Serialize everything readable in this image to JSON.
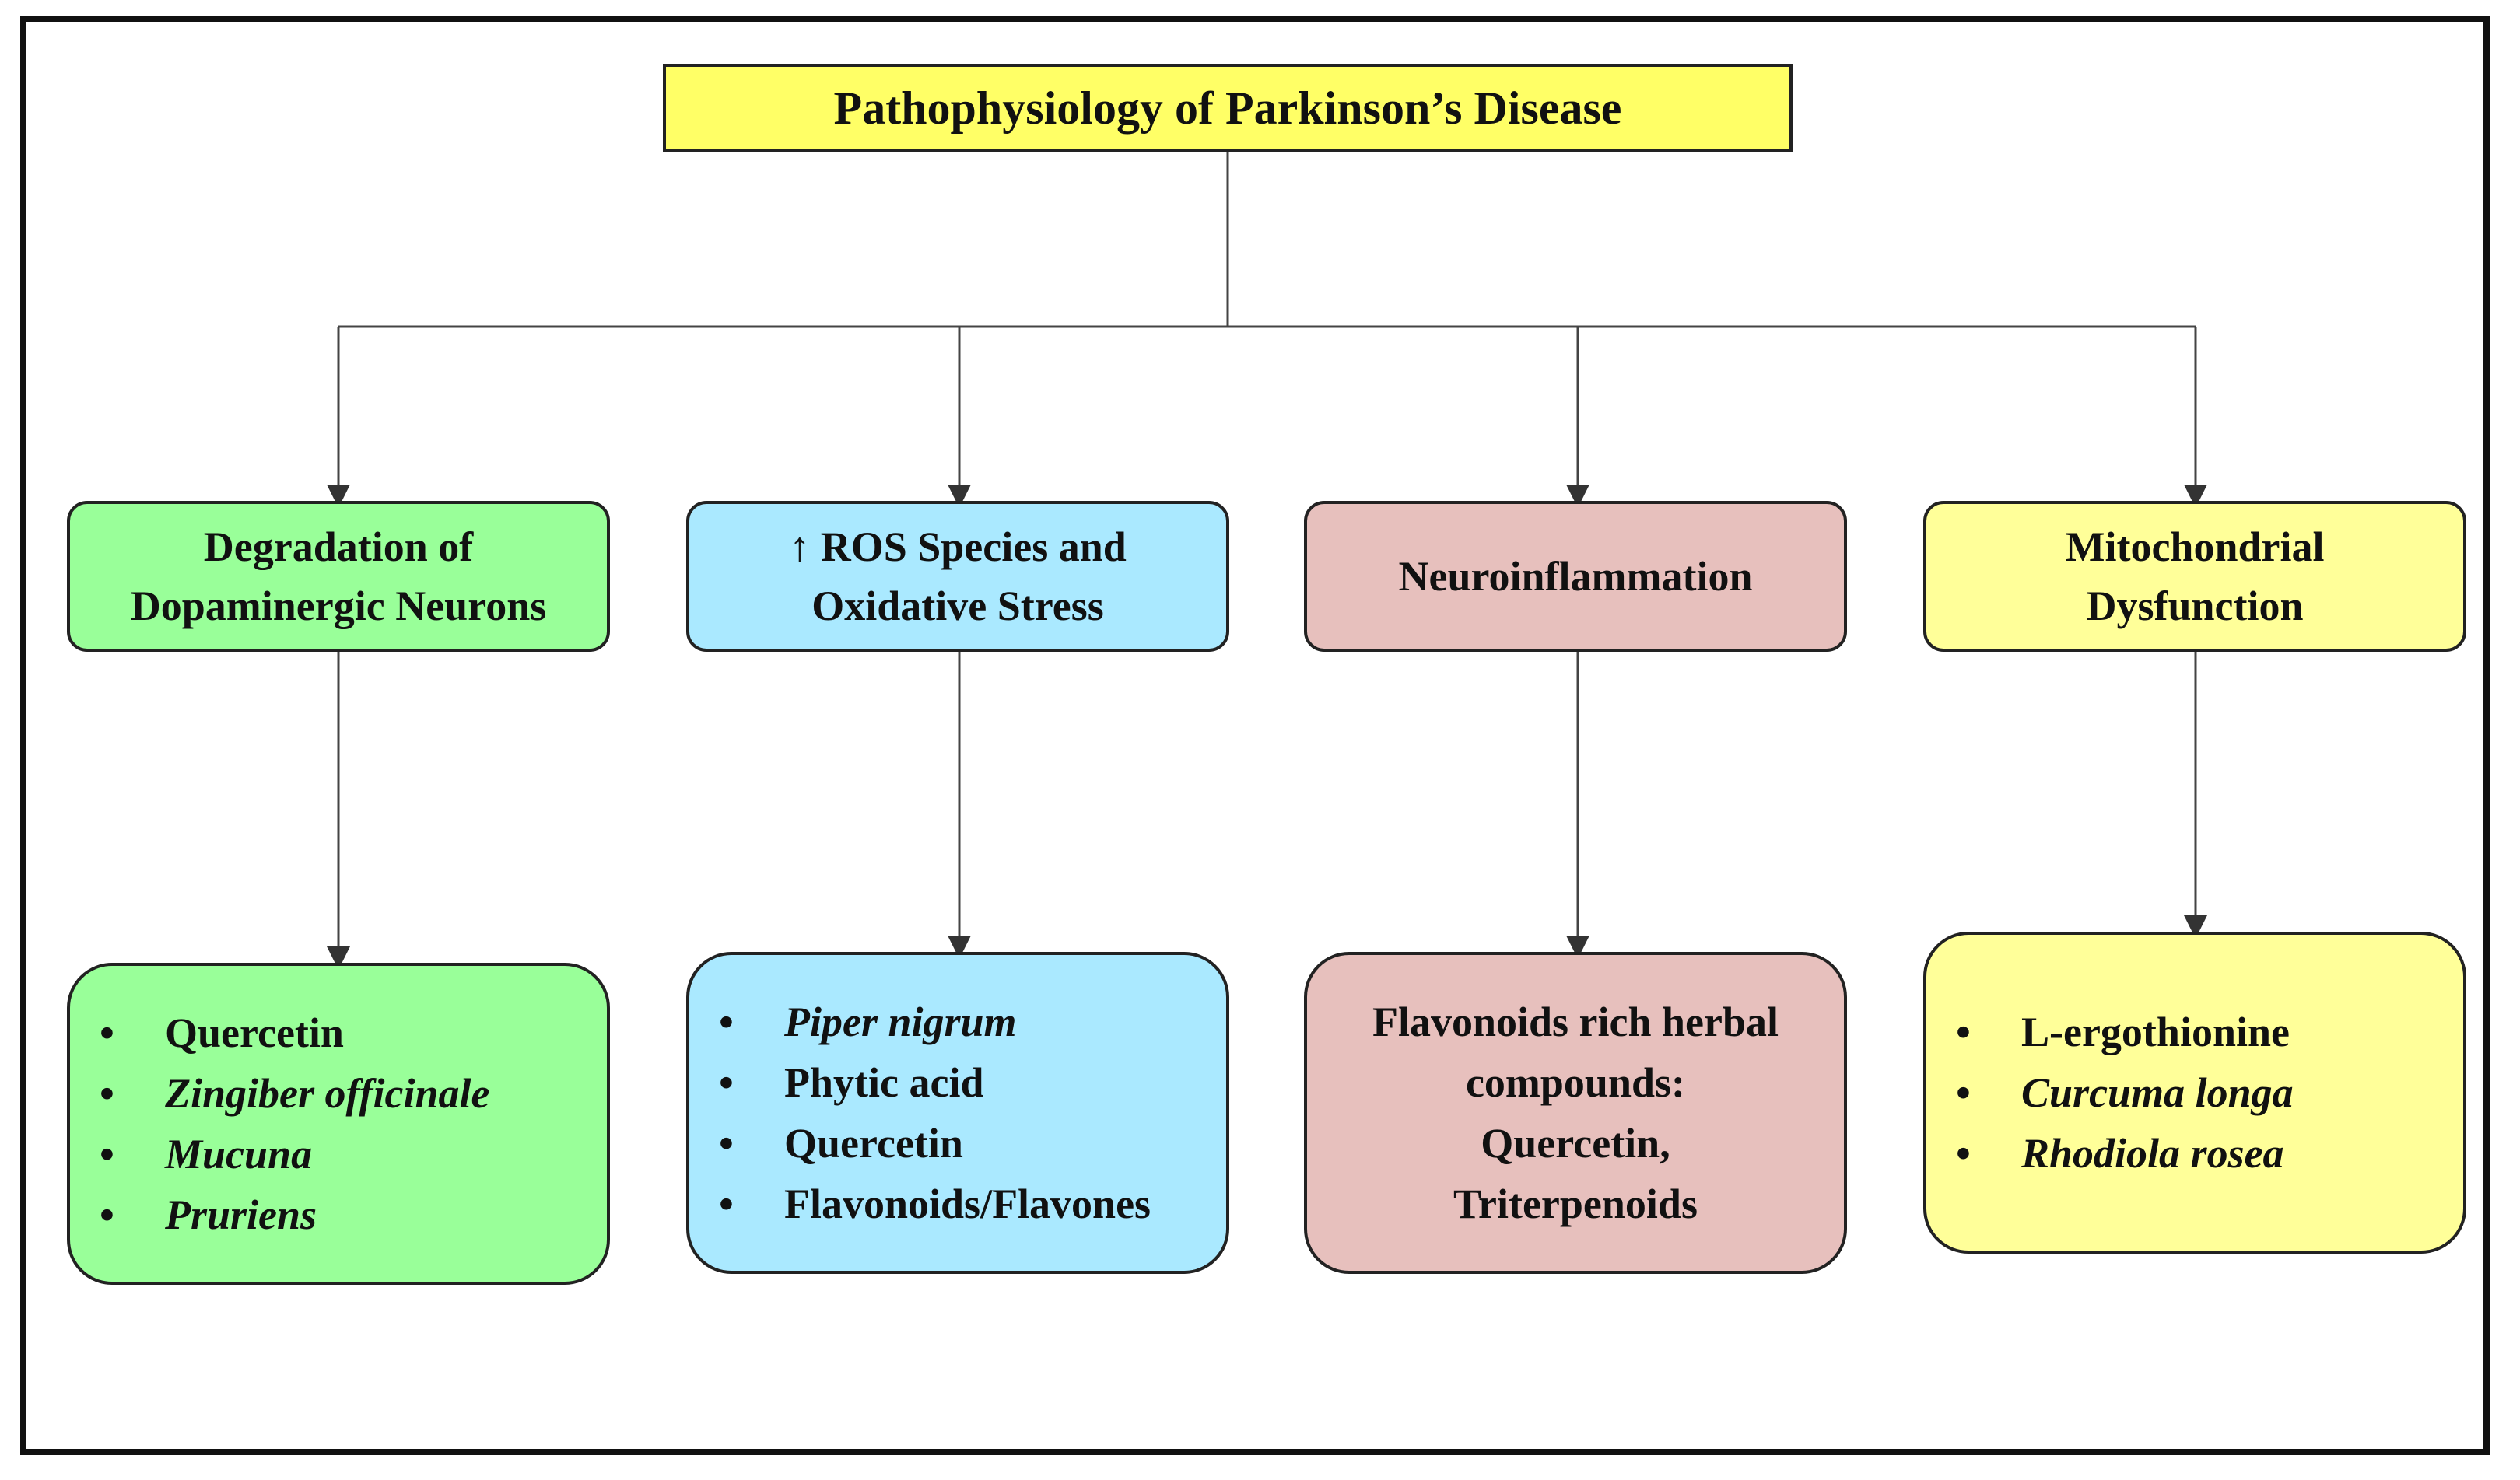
{
  "title": "Pathophysiology of Parkinson’s Disease",
  "categories": [
    {
      "heading_line1": "Degradation of",
      "heading_line2": "Dopaminergic Neurons",
      "color": "#99ff99",
      "items": [
        {
          "text": "Quercetin",
          "italic": false
        },
        {
          "text": "Zingiber officinale",
          "italic": true
        },
        {
          "text": "Mucuna",
          "italic": true
        },
        {
          "text": "Pruriens",
          "italic": true
        }
      ]
    },
    {
      "heading_line1": "↑ ROS Species and",
      "heading_line2": "Oxidative Stress",
      "color": "#aae9ff",
      "items": [
        {
          "text": "Piper nigrum",
          "italic": true
        },
        {
          "text": "Phytic acid",
          "italic": false
        },
        {
          "text": "Quercetin",
          "italic": false
        },
        {
          "text": "Flavonoids/Flavones",
          "italic": false
        }
      ]
    },
    {
      "heading_line1": "Neuroinflammation",
      "color": "#e7c0bd",
      "text_lines": [
        "Flavonoids rich herbal",
        "compounds:",
        "Quercetin,",
        "Triterpenoids"
      ]
    },
    {
      "heading_line1": "Mitochondrial",
      "heading_line2": "Dysfunction",
      "color": "#ffff99",
      "items": [
        {
          "text": "L-ergothionine",
          "italic": false
        },
        {
          "text": "Curcuma longa",
          "italic": true
        },
        {
          "text": "Rhodiola rosea",
          "italic": true
        }
      ]
    }
  ]
}
